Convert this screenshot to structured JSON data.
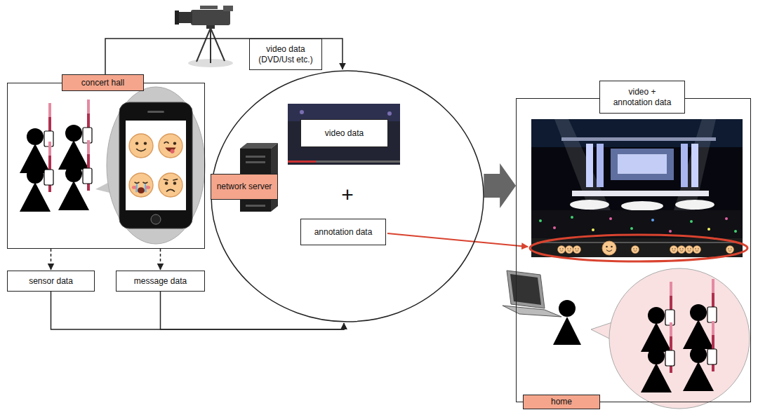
{
  "diagram": {
    "nodes": [
      {
        "text": [
          "concert hall"
        ]
      },
      {
        "text": [
          "sensor data"
        ]
      },
      {
        "text": [
          "message data"
        ]
      },
      {
        "text": [
          "+"
        ]
      },
      {
        "text": [
          "network server"
        ],
        "in": 3
      },
      {
        "text": [
          "video data"
        ],
        "in": 3
      },
      {
        "text": [
          "annotation data"
        ],
        "in": 3
      },
      {
        "text": [
          "video + annotation data",
          "home"
        ]
      }
    ],
    "edges": [
      {
        "from": 0,
        "to": 1,
        "arrow": "to"
      },
      {
        "from": 0,
        "to": 2,
        "arrow": "to"
      },
      {
        "from": 1,
        "to": 3,
        "arrow": "to"
      },
      {
        "from": 2,
        "to": 3,
        "arrow": "to"
      },
      {
        "from": 0,
        "to": 3,
        "label": "video data (DVD/Ust etc.)",
        "arrow": "to"
      },
      {
        "from": 3,
        "to": 7,
        "arrow": "to"
      }
    ]
  }
}
